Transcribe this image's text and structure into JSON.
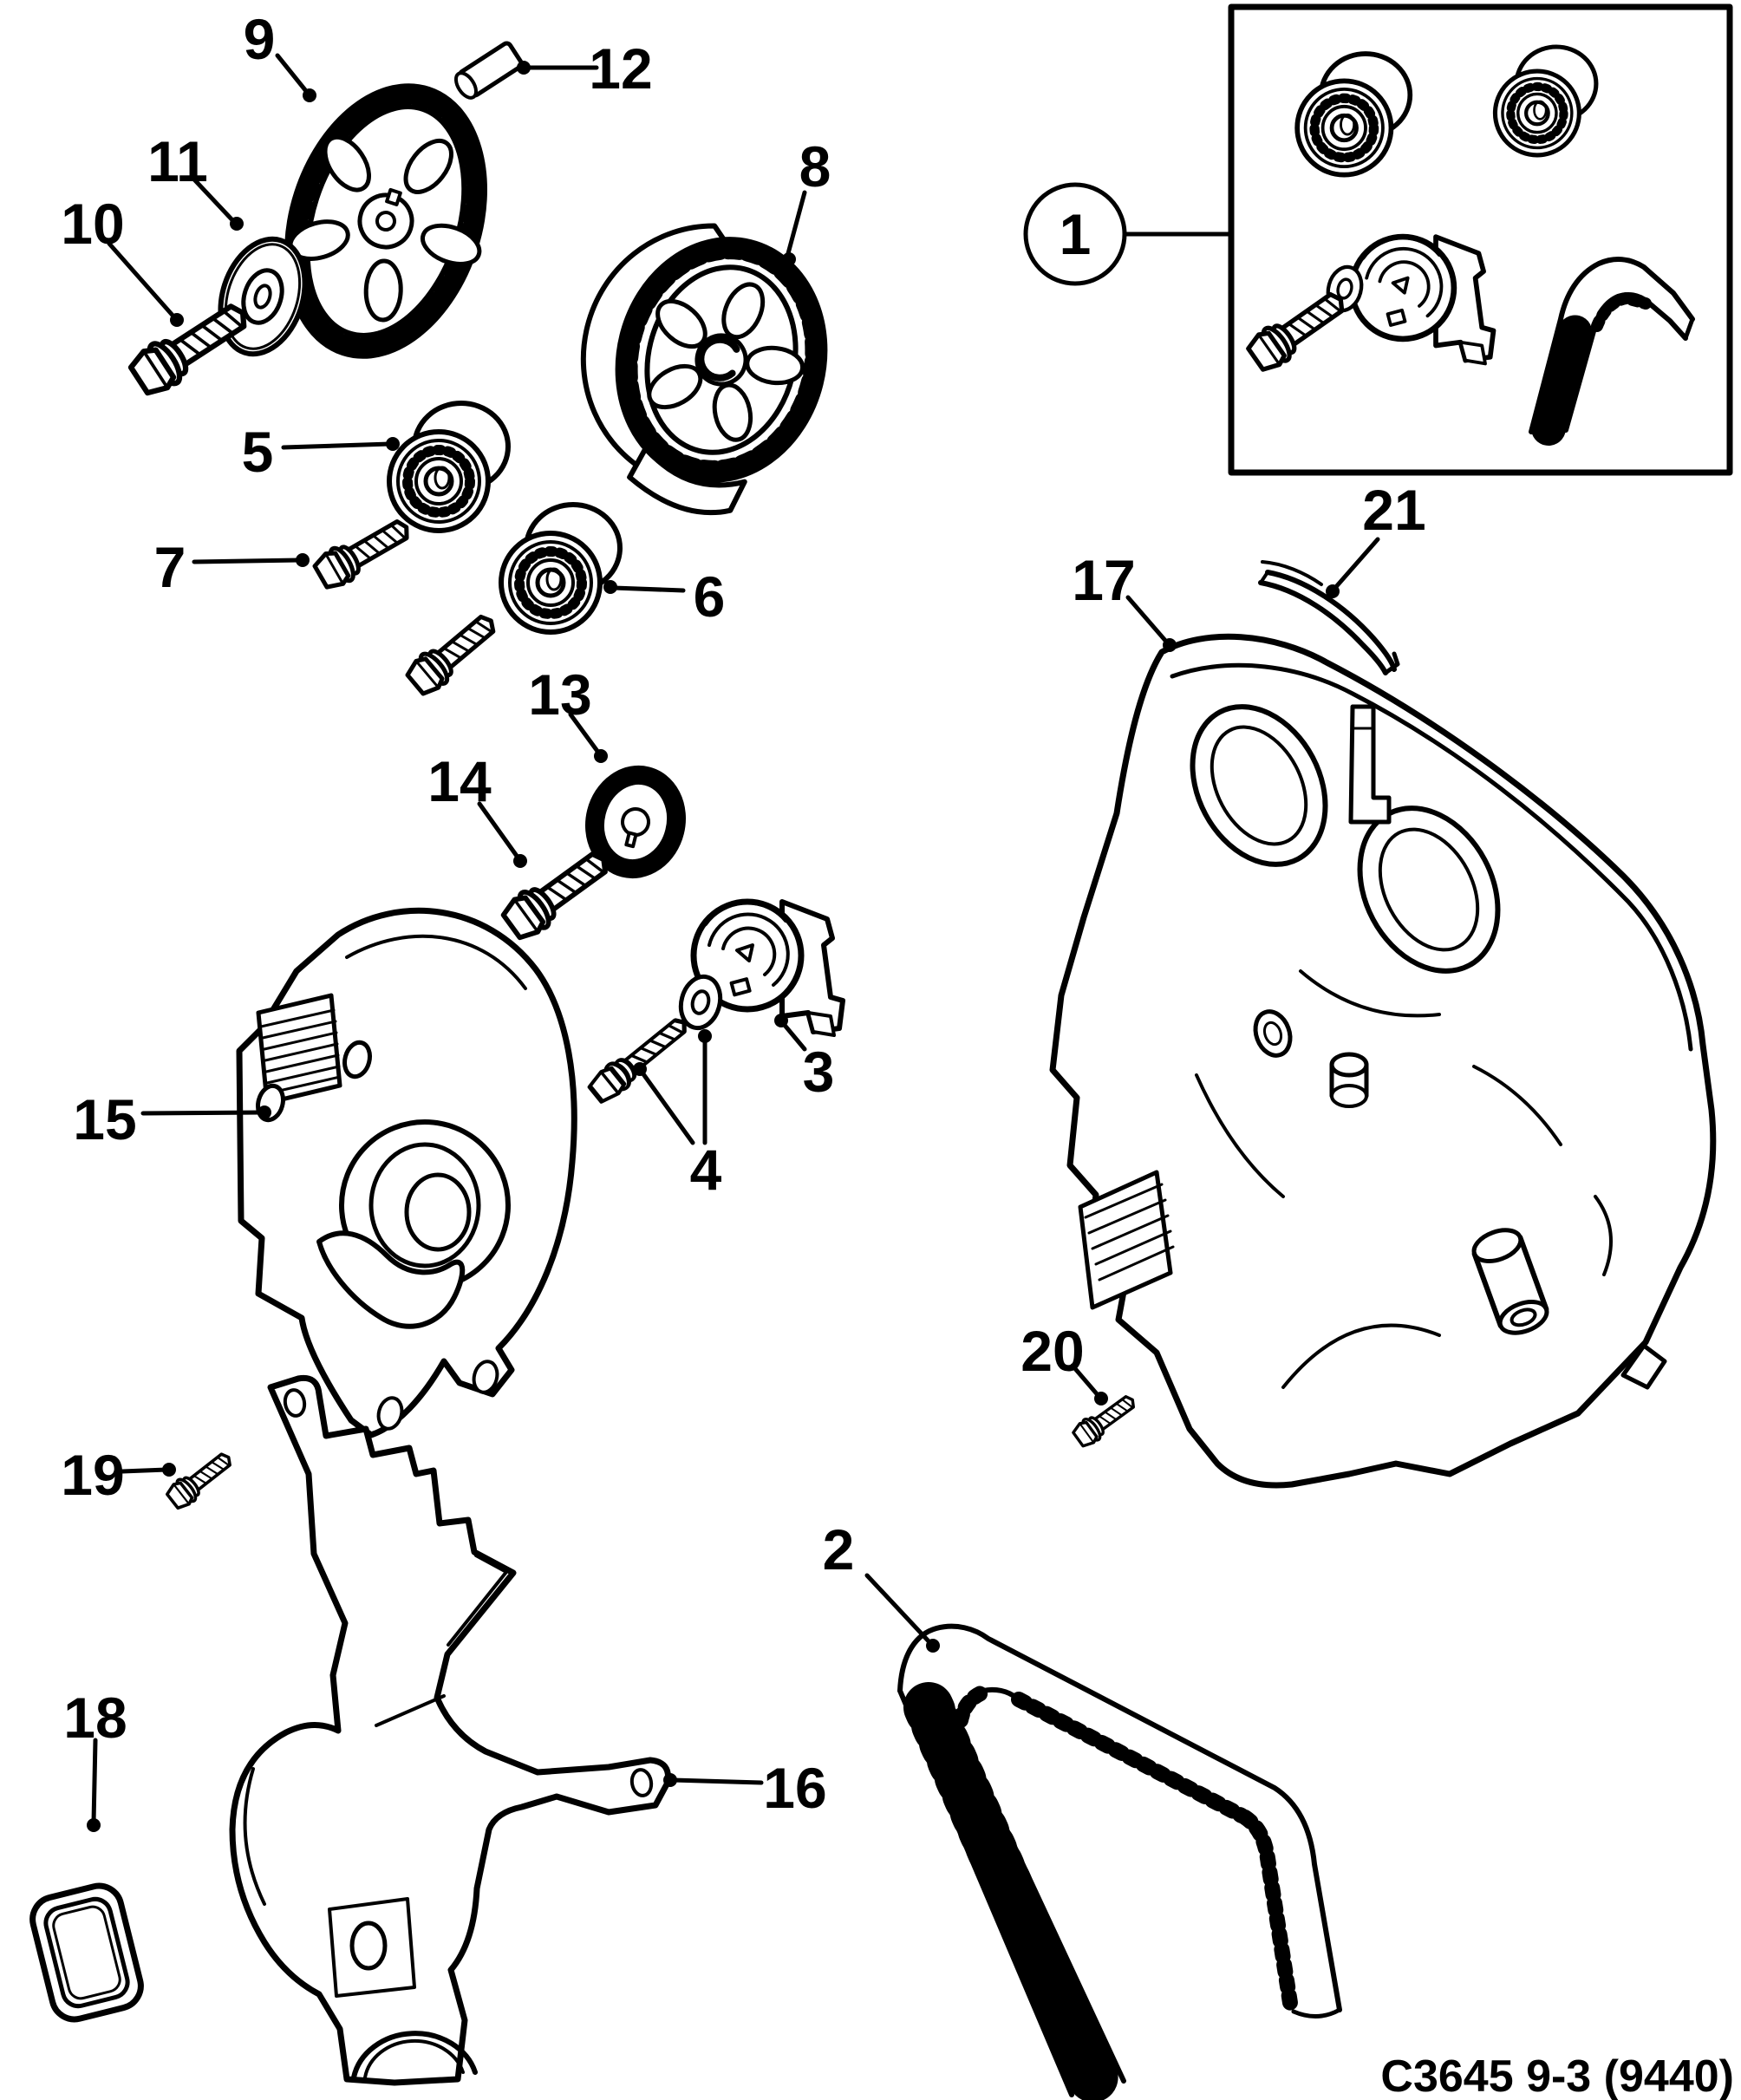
{
  "figure": {
    "caption": "C3645 9-3 (9440)",
    "colors": {
      "line": "#000000",
      "background": "#ffffff"
    },
    "callouts": {
      "n1": "1",
      "n2": "2",
      "n3": "3",
      "n4": "4",
      "n5": "5",
      "n6": "6",
      "n7": "7",
      "n8": "8",
      "n9": "9",
      "n10": "10",
      "n11": "11",
      "n12": "12",
      "n13": "13",
      "n14": "14",
      "n15": "15",
      "n16": "16",
      "n17": "17",
      "n18": "18",
      "n19": "19",
      "n20": "20",
      "n21": "21"
    }
  }
}
